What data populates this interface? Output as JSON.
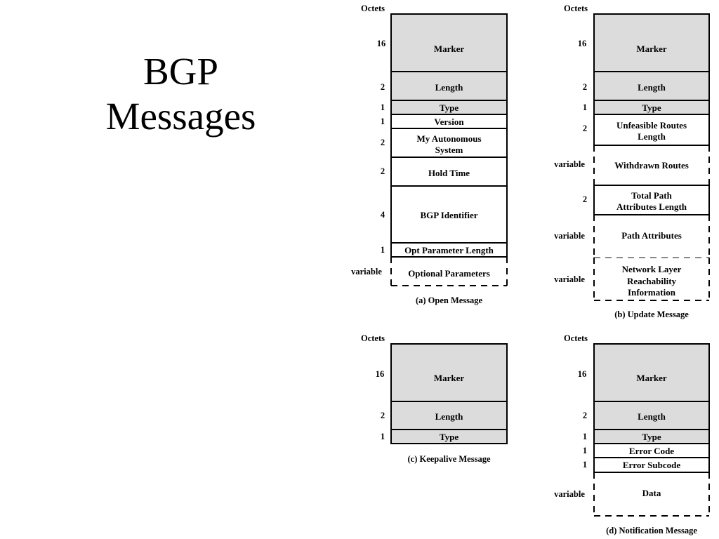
{
  "slide": {
    "title_line1": "BGP",
    "title_line2": "Messages"
  },
  "common": {
    "octets_header": "Octets"
  },
  "open_message": {
    "caption": "(a) Open Message",
    "fields": [
      {
        "label": "Marker",
        "octets": "16"
      },
      {
        "label": "Length",
        "octets": "2"
      },
      {
        "label": "Type",
        "octets": "1"
      },
      {
        "label": "Version",
        "octets": "1"
      },
      {
        "label_line1": "My Autonomous",
        "label_line2": "System",
        "octets": "2"
      },
      {
        "label": "Hold Time",
        "octets": "2"
      },
      {
        "label": "BGP Identifier",
        "octets": "4"
      },
      {
        "label": "Opt Parameter Length",
        "octets": "1"
      },
      {
        "label": "Optional Parameters",
        "octets": "variable"
      }
    ]
  },
  "update_message": {
    "caption": "(b) Update Message",
    "fields": [
      {
        "label": "Marker",
        "octets": "16"
      },
      {
        "label": "Length",
        "octets": "2"
      },
      {
        "label": "Type",
        "octets": "1"
      },
      {
        "label_line1": "Unfeasible Routes",
        "label_line2": "Length",
        "octets": "2"
      },
      {
        "label": "Withdrawn Routes",
        "octets": "variable"
      },
      {
        "label_line1": "Total Path",
        "label_line2": "Attributes Length",
        "octets": "2"
      },
      {
        "label": "Path Attributes",
        "octets": "variable"
      },
      {
        "label_line1": "Network Layer",
        "label_line2": "Reachability",
        "label_line3": "Information",
        "octets": "variable"
      }
    ]
  },
  "keepalive_message": {
    "caption": "(c) Keepalive Message",
    "fields": [
      {
        "label": "Marker",
        "octets": "16"
      },
      {
        "label": "Length",
        "octets": "2"
      },
      {
        "label": "Type",
        "octets": "1"
      }
    ]
  },
  "notification_message": {
    "caption": "(d) Notification Message",
    "fields": [
      {
        "label": "Marker",
        "octets": "16"
      },
      {
        "label": "Length",
        "octets": "2"
      },
      {
        "label": "Type",
        "octets": "1"
      },
      {
        "label": "Error Code",
        "octets": "1"
      },
      {
        "label": "Error Subcode",
        "octets": "1"
      },
      {
        "label": "Data",
        "octets": "variable"
      }
    ]
  },
  "colors": {
    "header_fill": "#dcdcdc",
    "body_fill": "#ffffff",
    "stroke": "#000000"
  }
}
